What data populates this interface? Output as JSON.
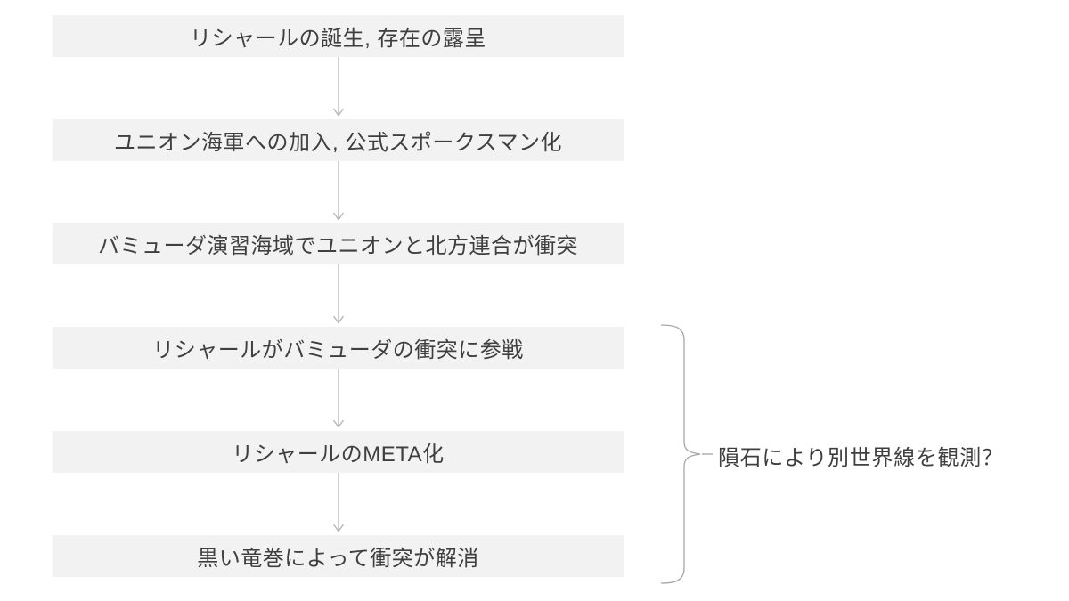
{
  "flow": {
    "steps": [
      "リシャールの誕生, 存在の露呈",
      "ユニオン海軍への加入, 公式スポークスマン化",
      "バミューダ演習海域でユニオンと北方連合が衝突",
      "リシャールがバミューダの衝突に参戦",
      "リシャールのMETA化",
      "黒い竜巻によって衝突が解消"
    ]
  },
  "annotation": {
    "label": "隕石により別世界線を観測？",
    "applies_to_steps": [
      4,
      5,
      6
    ]
  },
  "colors": {
    "background": "#ffffff",
    "box_fill": "#f2f2f2",
    "text": "#3f3f3f",
    "arrow": "#b3b3b3",
    "brace": "#a6a6a6"
  }
}
